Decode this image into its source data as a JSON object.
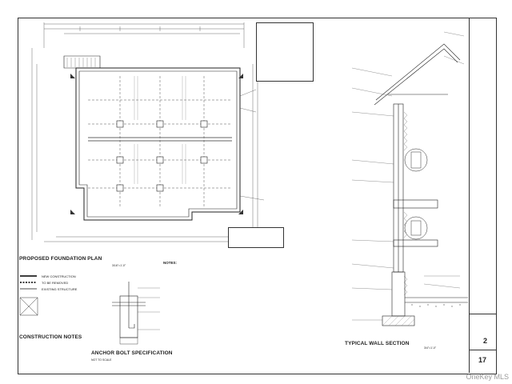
{
  "sheet": {
    "foundation_plan_title": "PROPOSED FOUNDATION PLAN",
    "foundation_plan_scale": "3/16\"=1'-0\"",
    "anchor_bolt_title": "ANCHOR BOLT SPECIFICATION",
    "anchor_bolt_scale": "NOT TO SCALE",
    "wall_section_title": "TYPICAL WALL SECTION",
    "wall_section_scale": "3/4\"=1'-0\"",
    "construction_notes_title": "CONSTRUCTION NOTES",
    "notes_heading": "NOTES:",
    "sheet_number": "17",
    "sheet_index": "2",
    "legend": [
      {
        "label": "NEW CONSTRUCTION"
      },
      {
        "label": "TO BE REMOVED"
      },
      {
        "label": "EXISTING STRUCTURE"
      }
    ],
    "watermark": "OneKey MLS"
  },
  "colors": {
    "line": "#2b2b2b",
    "hatch": "#6a6a6a",
    "grid": "#9a9a9a"
  },
  "icons": {
    "north_arrow": "north-arrow-icon",
    "section_marker": "section-marker-icon"
  }
}
